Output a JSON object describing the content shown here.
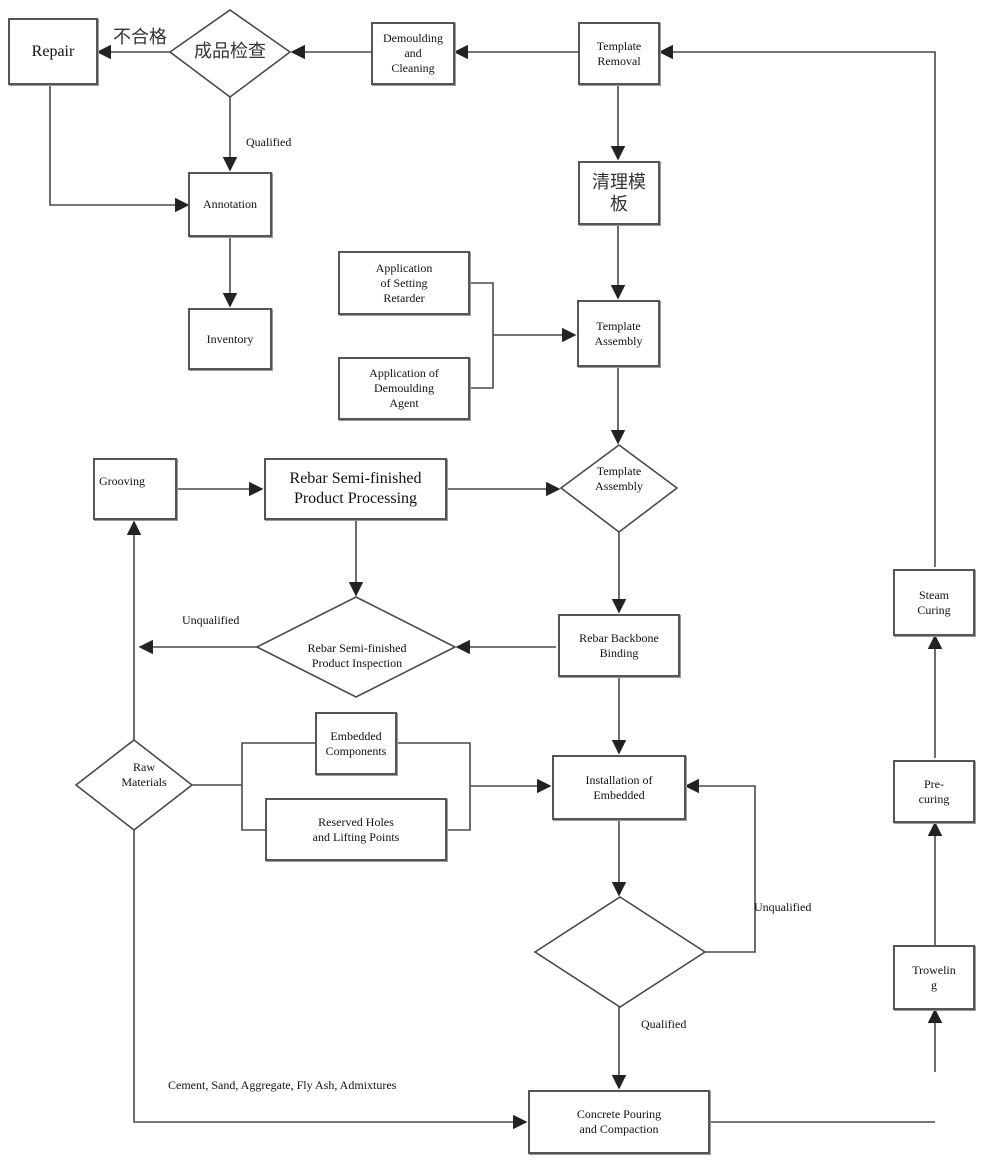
{
  "nodes": {
    "repair": "Repair",
    "product_check": "成品检查",
    "unqualified_cn": "不合格",
    "demoulding_cleaning": "Demoulding\nand\nCleaning",
    "template_removal": "Template\nRemoval",
    "annotation": "Annotation",
    "inventory": "Inventory",
    "clean_template": "清理模板",
    "setting_retarder": "Application\nof Setting\nRetarder",
    "demoulding_agent": "Application of\nDemoulding\nAgent",
    "template_assembly_box": "Template\nAssembly",
    "template_assembly_diamond": "Template\nAssembly",
    "grooving": "Grooving",
    "rebar_processing": "Rebar Semi-finished\nProduct Processing",
    "rebar_inspection": "Rebar Semi-finished\nProduct Inspection",
    "rebar_backbone": "Rebar Backbone\nBinding",
    "raw_materials": "Raw\nMaterials",
    "embedded_components": "Embedded\nComponents",
    "reserved_holes": "Reserved Holes\nand Lifting Points",
    "installation_embedded": "Installation of\nEmbedded",
    "steam_curing": "Steam\nCuring",
    "pre_curing": "Pre-\ncuring",
    "troweling": "Trowelin\ng",
    "concrete_pouring": "Concrete Pouring\nand Compaction"
  },
  "labels": {
    "qualified_top": "Qualified",
    "unqualified_rebar": "Unqualified",
    "unqualified_install": "Unqualified",
    "qualified_bottom": "Qualified",
    "materials_list": "Cement, Sand, Aggregate, Fly Ash, Admixtures"
  },
  "colors": {
    "line": "#4a4a4a",
    "border": "#555555"
  }
}
